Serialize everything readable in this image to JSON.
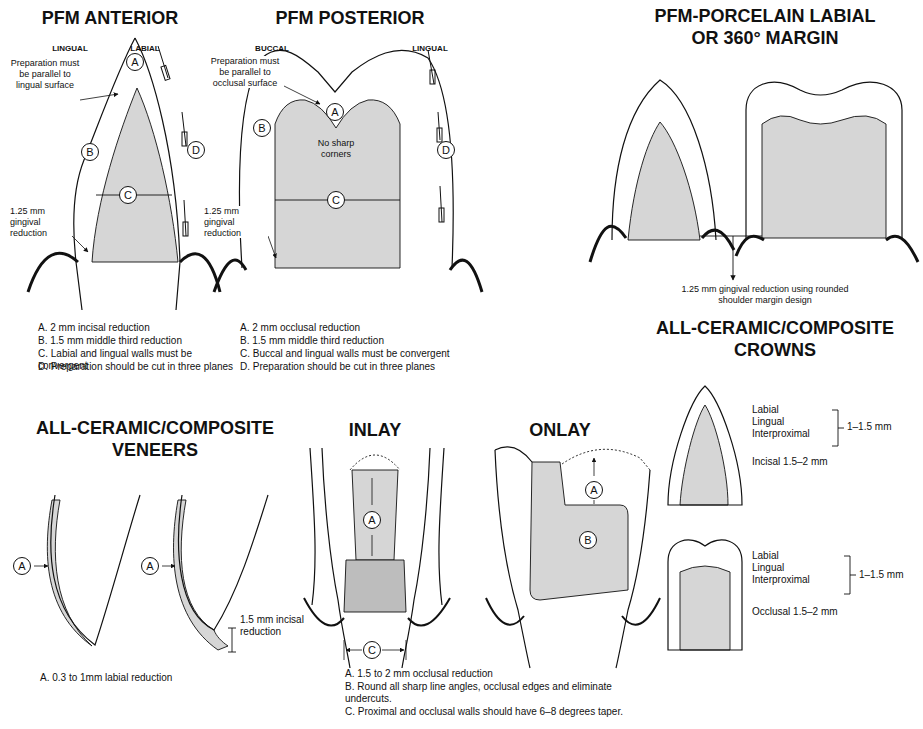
{
  "diagram": {
    "nodes": [
      {
        "text": [
          "A"
        ]
      },
      {
        "text": [
          "B"
        ]
      },
      {
        "text": [
          "C"
        ]
      },
      {
        "text": [
          "D"
        ]
      },
      {
        "text": [
          "A"
        ]
      },
      {
        "text": [
          "B"
        ]
      },
      {
        "text": [
          "C"
        ]
      },
      {
        "text": [
          "D"
        ]
      },
      {
        "text": [
          "A"
        ]
      },
      {
        "text": [
          "A"
        ]
      },
      {
        "text": [
          "A"
        ]
      },
      {
        "text": [
          "C"
        ]
      },
      {
        "text": [
          "A"
        ]
      },
      {
        "text": [
          "B"
        ]
      }
    ],
    "labels": [
      "PFM ANTERIOR",
      "LINGUAL",
      "LABIAL",
      "Preparation must be parallel to lingual surface",
      "1.25 mm gingival reduction",
      "A. 2 mm incisal reduction",
      "B. 1.5 mm middle third reduction",
      "C. Labial and lingual walls must be convergent",
      "D. Preparation should be cut in three planes",
      "PFM POSTERIOR",
      "BUCCAL",
      "LINGUAL",
      "Preparation must be parallel to occlusal surface",
      "No sharp corners",
      "1.25 mm gingival reduction",
      "A. 2 mm occlusal reduction",
      "B. 1.5 mm middle third reduction",
      "C. Buccal and lingual walls must be convergent",
      "D. Preparation should be cut in three planes",
      "PFM-PORCELAIN LABIAL OR 360° MARGIN",
      "1.25 mm gingival reduction using rounded shoulder margin design",
      "ALL-CERAMIC/COMPOSITE CROWNS",
      "Labial",
      "Lingual",
      "Interproximal",
      "1–1.5 mm",
      "Incisal 1.5–2 mm",
      "Labial",
      "Lingual",
      "Interproximal",
      "1–1.5 mm",
      "Occlusal 1.5–2 mm",
      "ALL-CERAMIC/COMPOSITE VENEERS",
      "1.5 mm incisal reduction",
      "A. 0.3 to 1mm labial reduction",
      "INLAY",
      "ONLAY",
      "A. 1.5 to 2 mm occlusal reduction",
      "B. Round all sharp line angles, occlusal edges and eliminate undercuts.",
      "C. Proximal and occlusal walls should have 6–8 degrees taper."
    ]
  }
}
